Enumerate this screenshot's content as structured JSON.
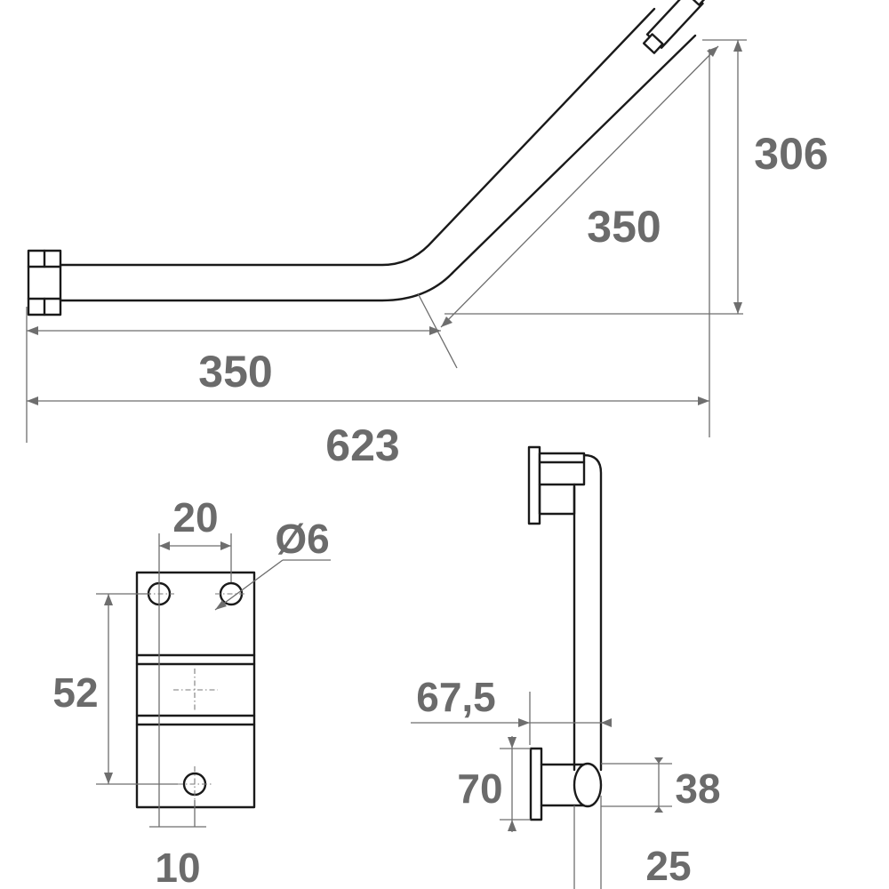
{
  "dimensions": {
    "top_view": {
      "height": "306",
      "angled_length": "350",
      "straight_length": "350",
      "overall_length": "623"
    },
    "plate_view": {
      "hole_spacing_horizontal": "20",
      "hole_diameter": "Ø6",
      "hole_spacing_vertical": "52",
      "bottom_offset": "10"
    },
    "side_view": {
      "projection": "67,5",
      "plate_height": "70",
      "tube_height": "38",
      "tube_diameter": "25"
    }
  }
}
